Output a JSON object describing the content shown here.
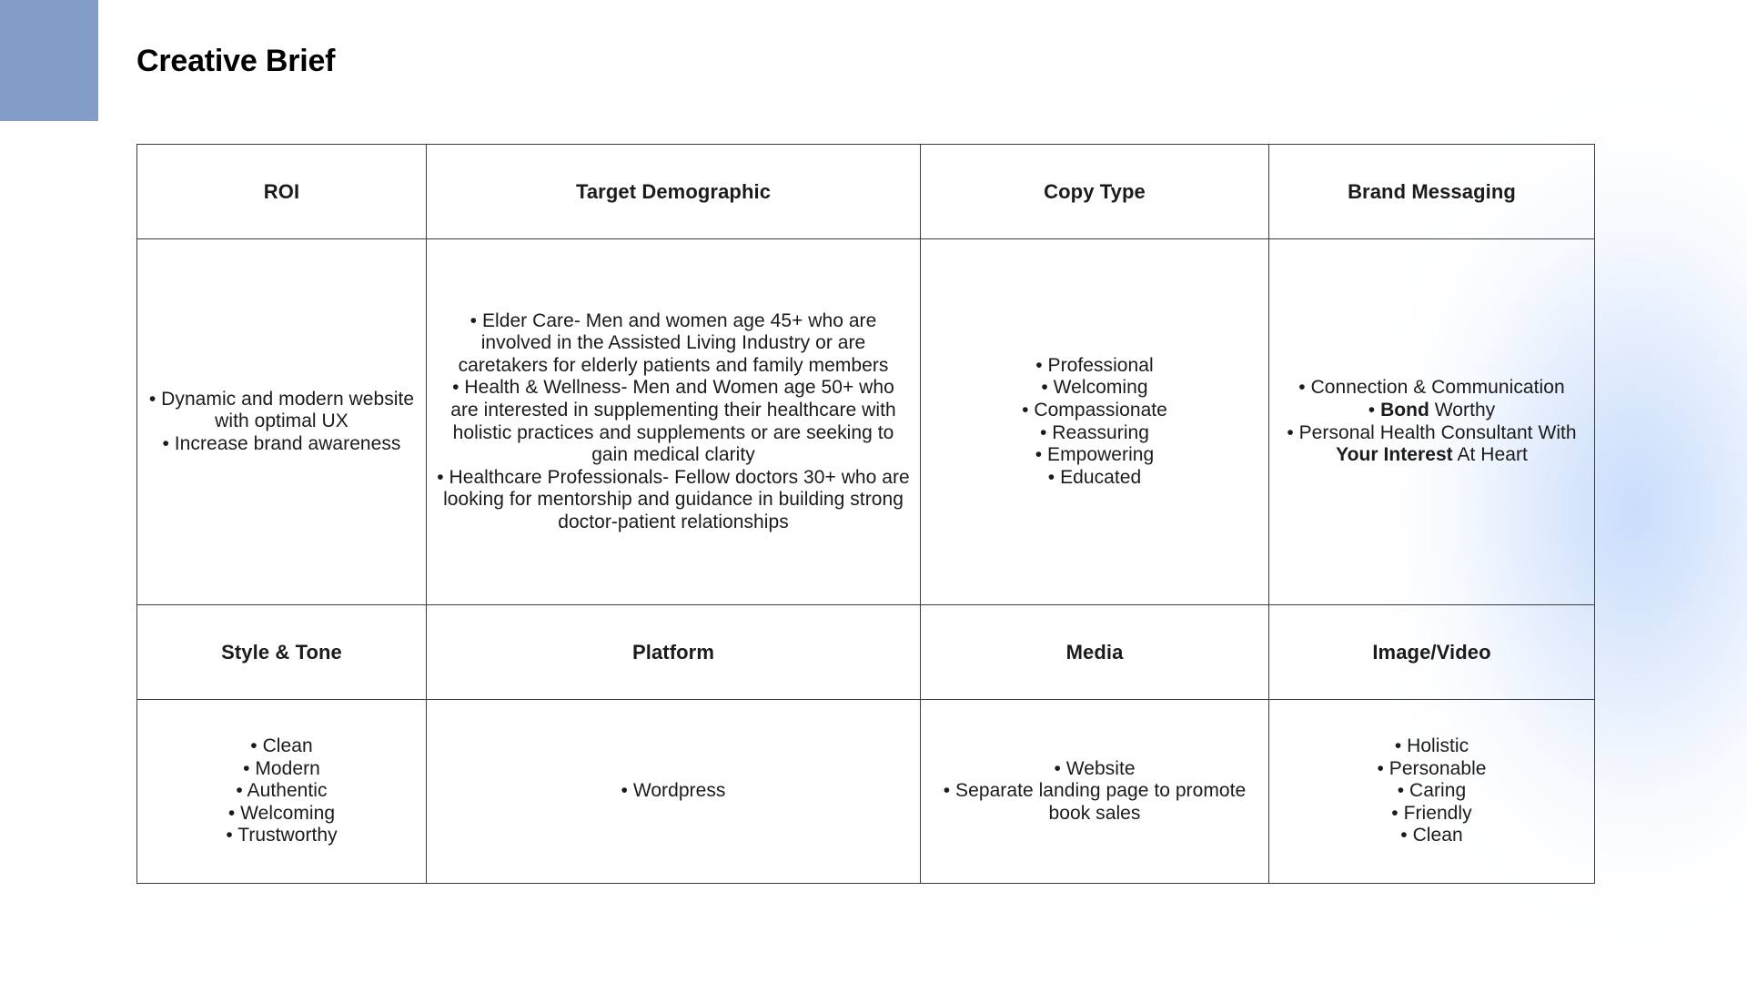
{
  "page": {
    "title": "Creative Brief",
    "accent_block_color": "#829DC7",
    "glow_color": "#c7dbfb",
    "border_color": "#3c3c3c",
    "text_color": "#1b1b1b"
  },
  "table": {
    "headers_row1": {
      "c1": "ROI",
      "c2": "Target Demographic",
      "c3": "Copy Type",
      "c4": "Brand Messaging"
    },
    "body_row1": {
      "roi": "• Dynamic and modern website with optimal UX\n• Increase brand awareness",
      "target_demographic": "• Elder Care- Men and women age 45+ who are involved in the Assisted Living Industry or are caretakers for elderly patients and family members\n• Health & Wellness- Men and Women age 50+ who are interested in supplementing their healthcare with holistic practices and supplements or are seeking to gain medical clarity\n• Healthcare Professionals- Fellow doctors 30+ who are looking for mentorship and guidance in building strong doctor-patient relationships",
      "copy_type": "• Professional\n• Welcoming\n• Compassionate\n• Reassuring\n• Empowering\n• Educated",
      "brand_messaging_line1": "• Connection & Communication",
      "brand_messaging_line2_pre": "• ",
      "brand_messaging_line2_bold": "Bond",
      "brand_messaging_line2_post": " Worthy",
      "brand_messaging_line3_pre": "• Personal Health Consultant With ",
      "brand_messaging_line3_bold": "Your Interest",
      "brand_messaging_line3_post": " At Heart"
    },
    "headers_row2": {
      "c1": "Style & Tone",
      "c2": "Platform",
      "c3": "Media",
      "c4": "Image/Video"
    },
    "body_row2": {
      "style_tone": "• Clean\n• Modern\n• Authentic\n• Welcoming\n• Trustworthy",
      "platform": "• Wordpress",
      "media": "• Website\n• Separate landing page to promote book sales",
      "image_video": "• Holistic\n• Personable\n• Caring\n• Friendly\n• Clean"
    }
  }
}
